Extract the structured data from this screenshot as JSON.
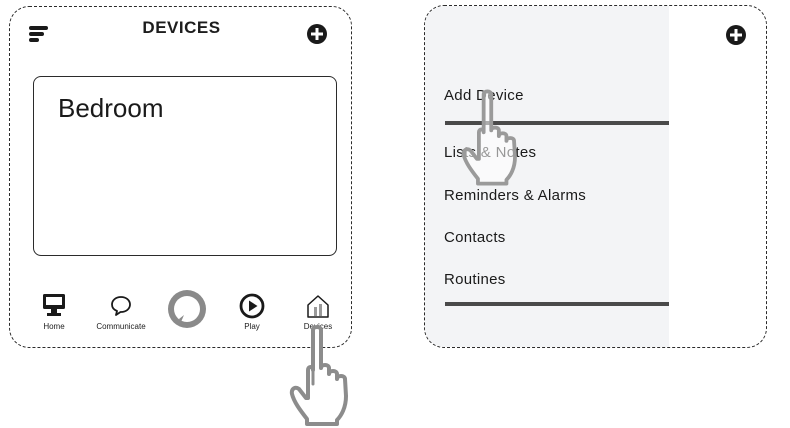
{
  "left_screen": {
    "title": "DEVICES",
    "room_card": {
      "label": "Bedroom"
    },
    "bottom_nav": [
      {
        "label": "Home",
        "icon": "home-device-icon"
      },
      {
        "label": "Communicate",
        "icon": "chat-bubble-icon"
      },
      {
        "label": "",
        "icon": "alexa-ring-icon"
      },
      {
        "label": "Play",
        "icon": "play-circle-icon"
      },
      {
        "label": "Devices",
        "icon": "devices-house-icon"
      }
    ]
  },
  "right_screen": {
    "menu_items": [
      {
        "label": "Add Device"
      },
      {
        "label": "Lists & Notes"
      },
      {
        "label": "Reminders & Alarms"
      },
      {
        "label": "Contacts"
      },
      {
        "label": "Routines"
      }
    ]
  }
}
